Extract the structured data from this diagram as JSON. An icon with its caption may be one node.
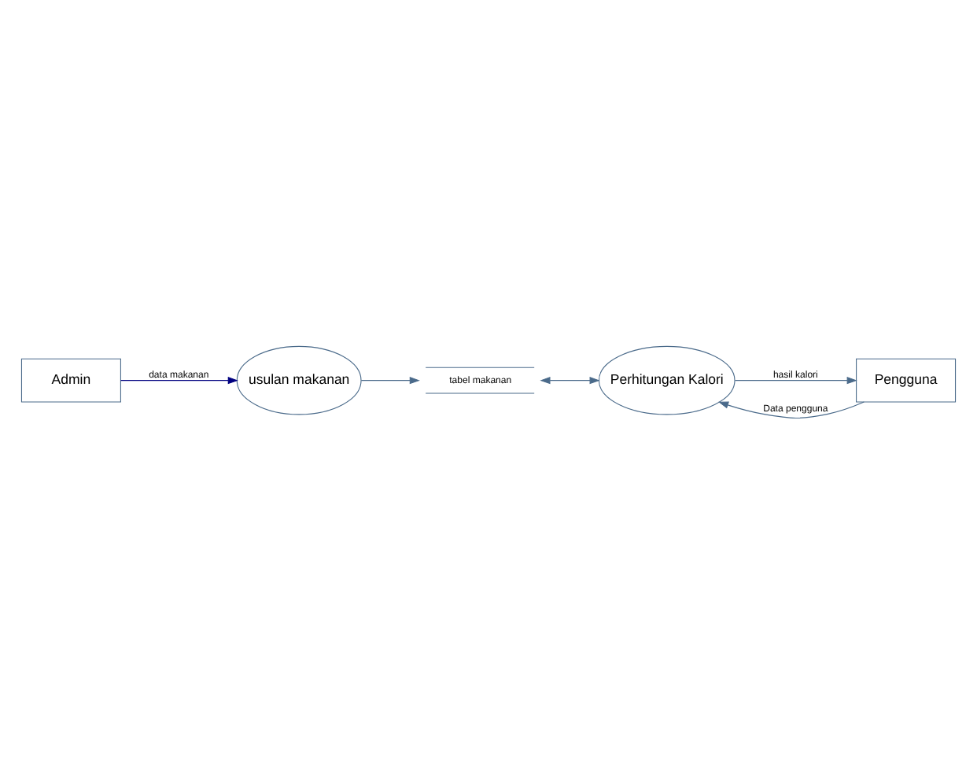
{
  "diagram": {
    "nodes": [
      {
        "text": [
          "Admin"
        ]
      },
      {
        "text": [
          "usulan makanan"
        ]
      },
      {
        "text": [
          "tabel makanan"
        ]
      },
      {
        "text": [
          "Perhitungan Kalori"
        ]
      },
      {
        "text": [
          "Pengguna"
        ]
      }
    ],
    "edges": [
      {
        "from": 0,
        "to": 1,
        "arrow": "to",
        "label": "data makanan",
        "color": "#000080"
      },
      {
        "from": 1,
        "to": 2,
        "arrow": "to"
      },
      {
        "from": 2,
        "to": 3,
        "arrow": "both"
      },
      {
        "from": 4,
        "to": 3,
        "arrow": "to",
        "label": "Data pengguna"
      },
      {
        "from": 3,
        "to": 4,
        "arrow": "to",
        "label": "hasil kalori"
      }
    ]
  }
}
